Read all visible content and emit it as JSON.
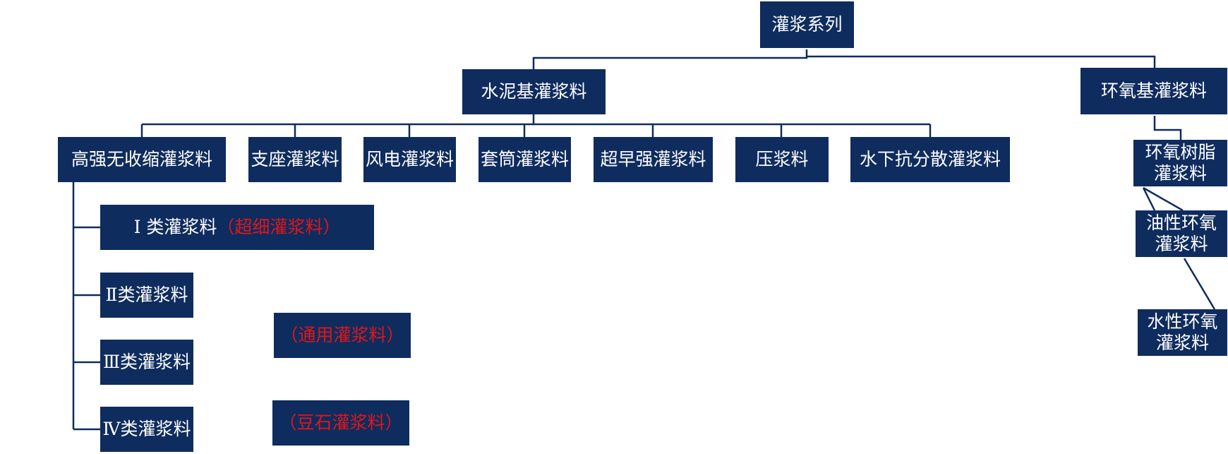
{
  "diagram": {
    "root": "灌浆系列",
    "cement": {
      "label": "水泥基灌浆料",
      "children": [
        "高强无收缩灌浆料",
        "支座灌浆料",
        "风电灌浆料",
        "套筒灌浆料",
        "超早强灌浆料",
        "压浆料",
        "水下抗分散灌浆料"
      ]
    },
    "grades": [
      {
        "roman": "Ⅰ",
        "label": "类灌浆料",
        "note": "（超细灌浆料）"
      },
      {
        "roman": "Ⅱ",
        "label": "类灌浆料"
      },
      {
        "roman": "Ⅲ",
        "label": "类灌浆料"
      },
      {
        "roman": "Ⅳ",
        "label": "类灌浆料"
      }
    ],
    "notes": {
      "general": "（通用灌浆料）",
      "pea_gravel": "（豆石灌浆料）"
    },
    "epoxy": {
      "label": "环氧基灌浆料",
      "children": [
        "环氧树脂灌浆料",
        "油性环氧灌浆料",
        "水性环氧灌浆料"
      ]
    },
    "colors": {
      "box": "#0f2c5e",
      "line": "#0f2c5e",
      "text": "#ffffff",
      "note": "#e0161a"
    }
  }
}
